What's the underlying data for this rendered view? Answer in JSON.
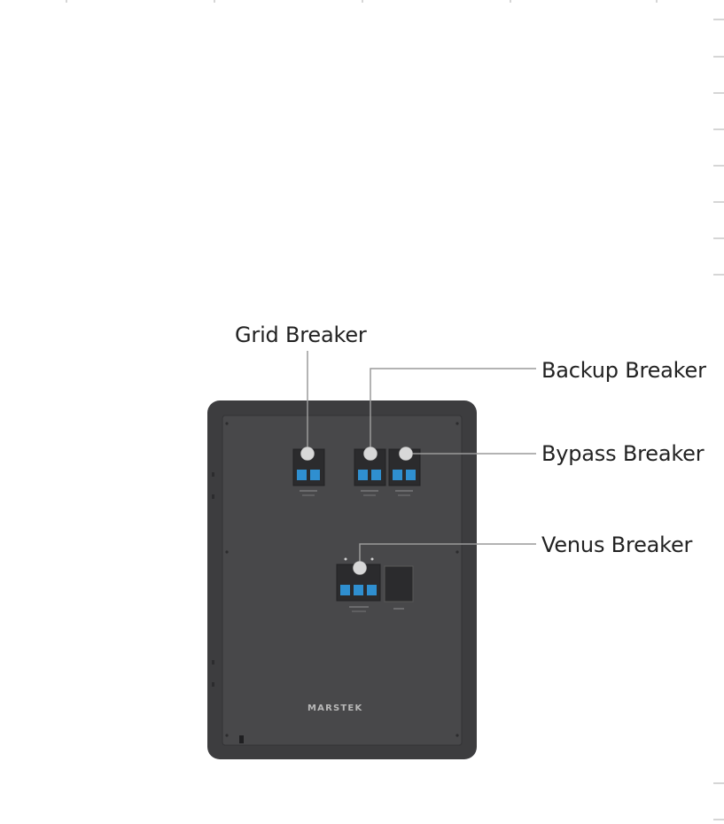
{
  "callouts": {
    "grid": "Grid Breaker",
    "backup": "Backup Breaker",
    "bypass": "Bypass Breaker",
    "venus": "Venus Breaker"
  },
  "panel": {
    "brand": "MARSTEK"
  },
  "colors": {
    "panel_outer": "#3d3d3f",
    "panel_inner": "#4a4a4c",
    "breaker_body": "#2d2d2f",
    "breaker_switch": "#2f8fd0",
    "callout_line": "#9a9a9a",
    "marker": "#d8d8d8",
    "tick": "#c8c8c8"
  },
  "icons": {
    "breaker": "circuit-breaker-icon",
    "socket": "outlet-socket-icon"
  }
}
